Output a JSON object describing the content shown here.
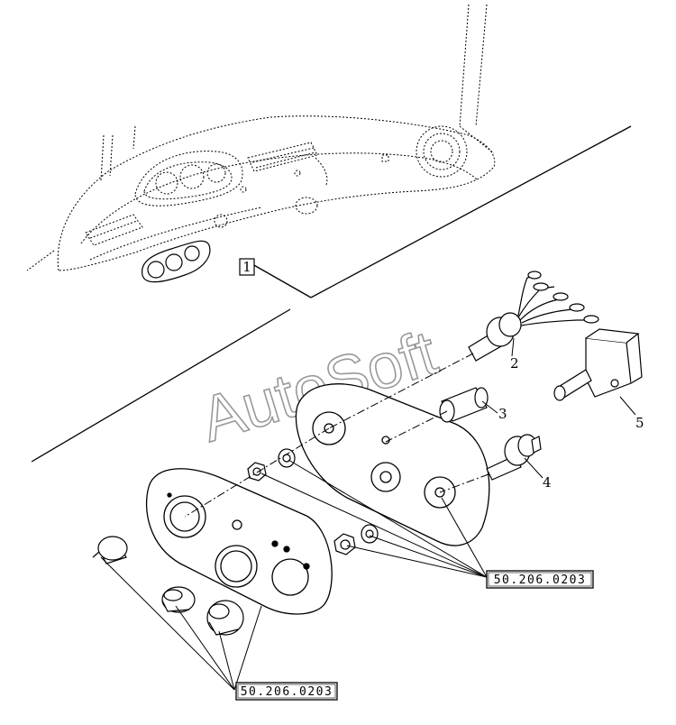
{
  "watermark": "AutoSoft",
  "callouts": {
    "c1": "1",
    "c2": "2",
    "c3": "3",
    "c4": "4",
    "c5": "5"
  },
  "refs": {
    "ref_right": "50.206.0203",
    "ref_bottom": "50.206.0203"
  }
}
